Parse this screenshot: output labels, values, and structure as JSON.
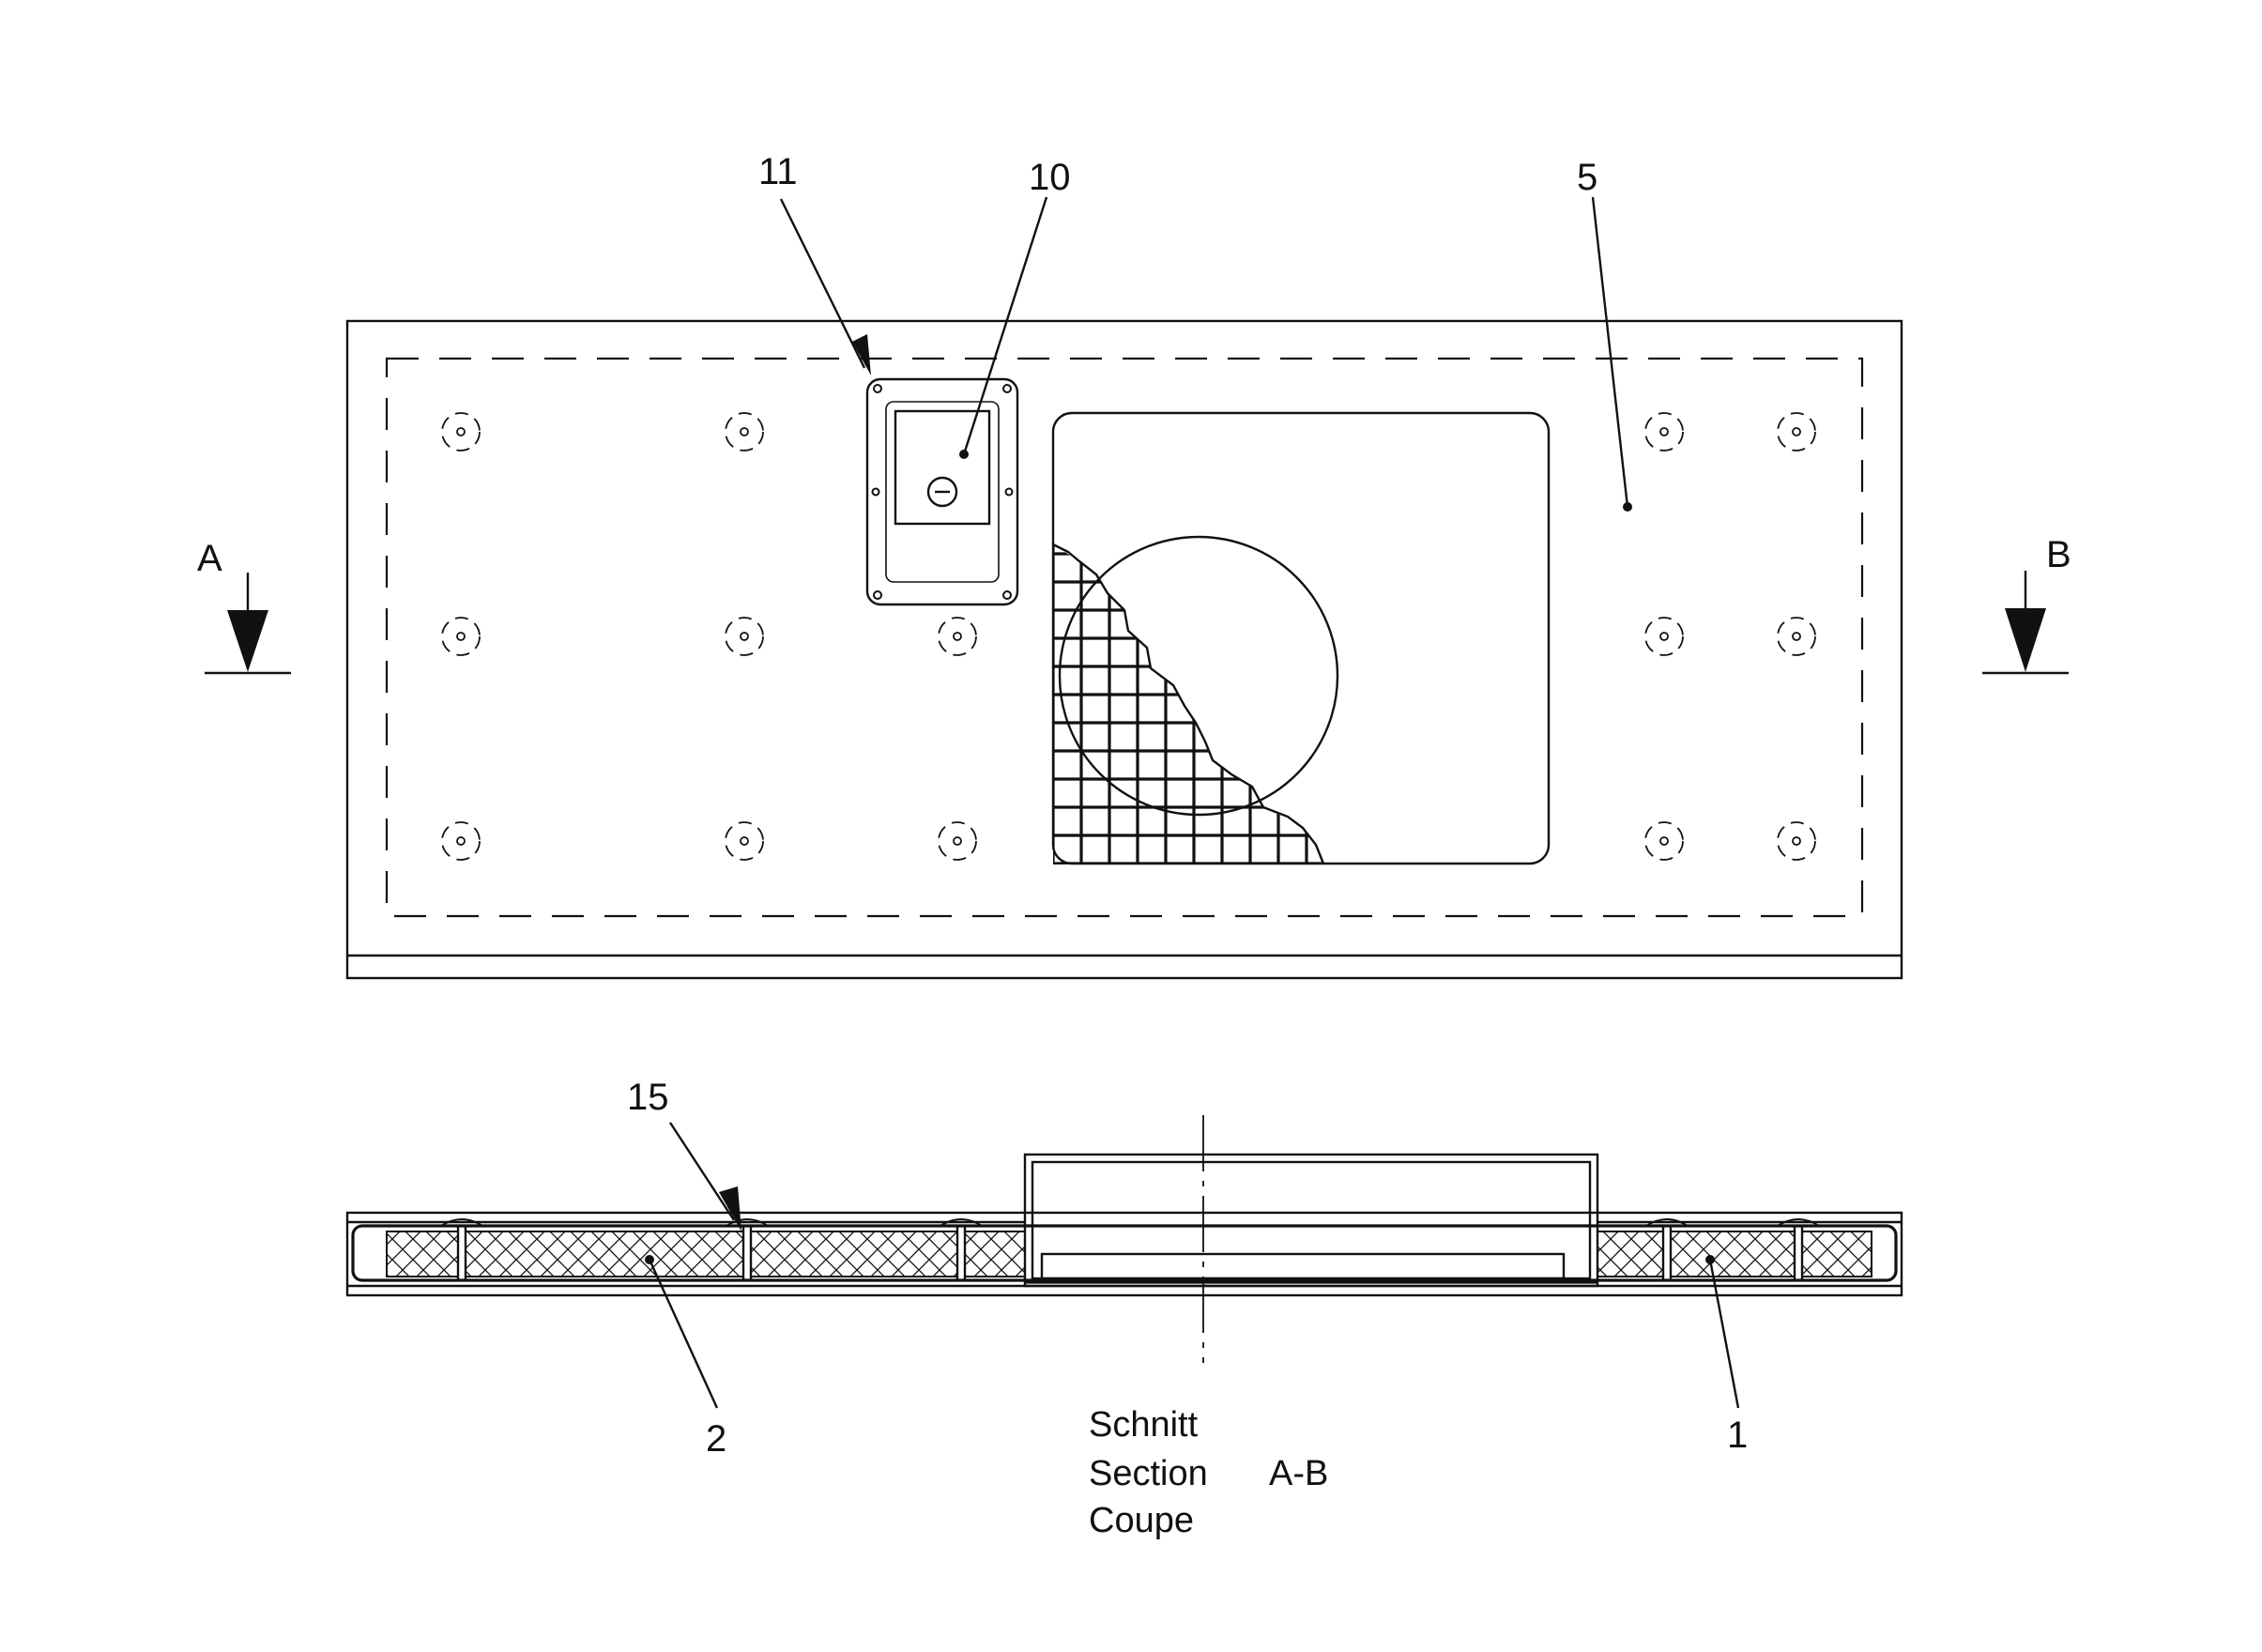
{
  "reference_numerals": {
    "n11": "11",
    "n10": "10",
    "n5": "5",
    "n15": "15",
    "n2": "2",
    "n1": "1"
  },
  "section_marks": {
    "left": "A",
    "right": "B"
  },
  "section_caption": {
    "line1": "Schnitt",
    "line2": "Section",
    "line3": "Coupe",
    "designation": "A-B"
  }
}
